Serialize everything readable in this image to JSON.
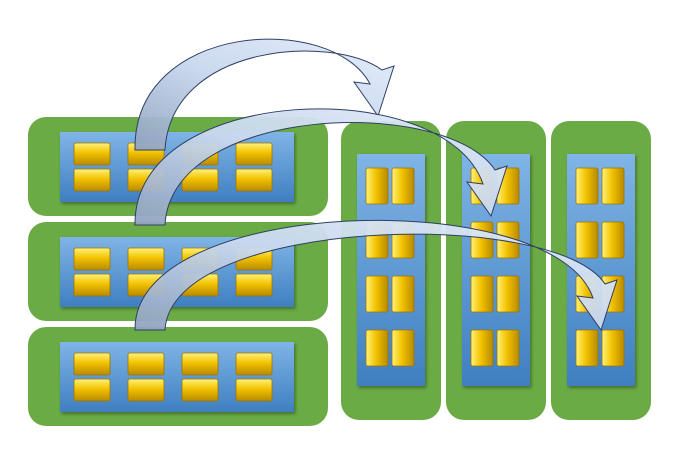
{
  "diagram": {
    "colors": {
      "green_panel": "#6aab45",
      "blue_tray": "#5b9bd5",
      "gold_cell": "#f2c200",
      "arrow_fill": "#c9d8ee",
      "arrow_edge": "#2f3f63"
    },
    "row_groups": [
      {
        "cell_rows": 2,
        "cell_cols": 4
      },
      {
        "cell_rows": 2,
        "cell_cols": 4
      },
      {
        "cell_rows": 2,
        "cell_cols": 4
      }
    ],
    "column_groups": [
      {
        "cell_rows": 4,
        "cell_cols": 2
      },
      {
        "cell_rows": 4,
        "cell_cols": 2
      },
      {
        "cell_rows": 4,
        "cell_cols": 2
      }
    ],
    "arrows": [
      {
        "from": "row-1",
        "to": "column-1"
      },
      {
        "from": "row-2",
        "to": "column-2"
      },
      {
        "from": "row-3",
        "to": "column-3"
      }
    ]
  }
}
